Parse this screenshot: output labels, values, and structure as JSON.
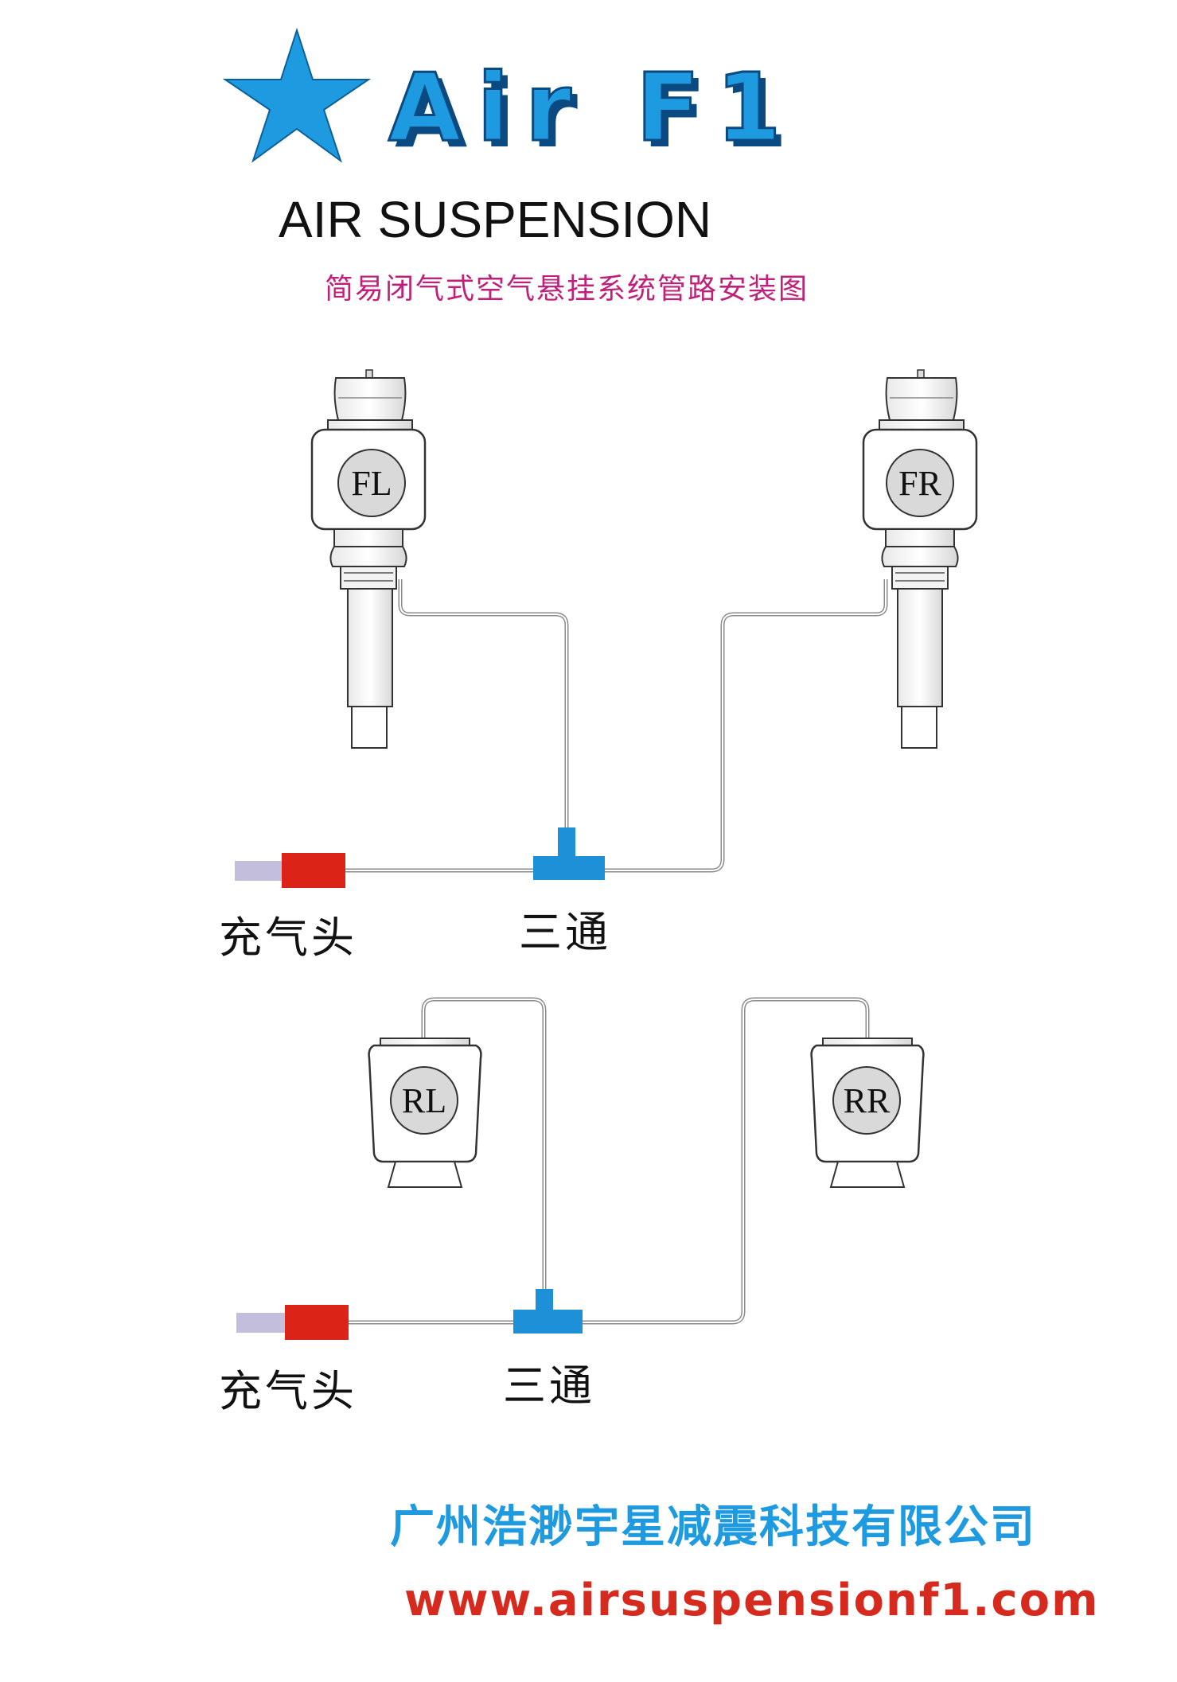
{
  "header": {
    "brand": "Air F1",
    "subtitle": "AIR SUSPENSION",
    "caption": "简易闭气式空气悬挂系统管路安装图",
    "star_color": "#1e9ae0",
    "caption_color": "#c0207a"
  },
  "front_axle": {
    "left_label": "FL",
    "right_label": "FR",
    "valve_label": "充气头",
    "tee_label": "三通"
  },
  "rear_axle": {
    "left_label": "RL",
    "right_label": "RR",
    "valve_label": "充气头",
    "tee_label": "三通"
  },
  "footer": {
    "company": "广州浩渺宇星减震科技有限公司",
    "website": "www.airsuspensionf1.com",
    "company_color": "#1e9ae0",
    "website_color": "#d62a1f"
  },
  "colors": {
    "tee": "#1e90d8",
    "valve_red": "#dc2318",
    "valve_cap": "#c3bedc",
    "badge": "#d9d9d9"
  }
}
